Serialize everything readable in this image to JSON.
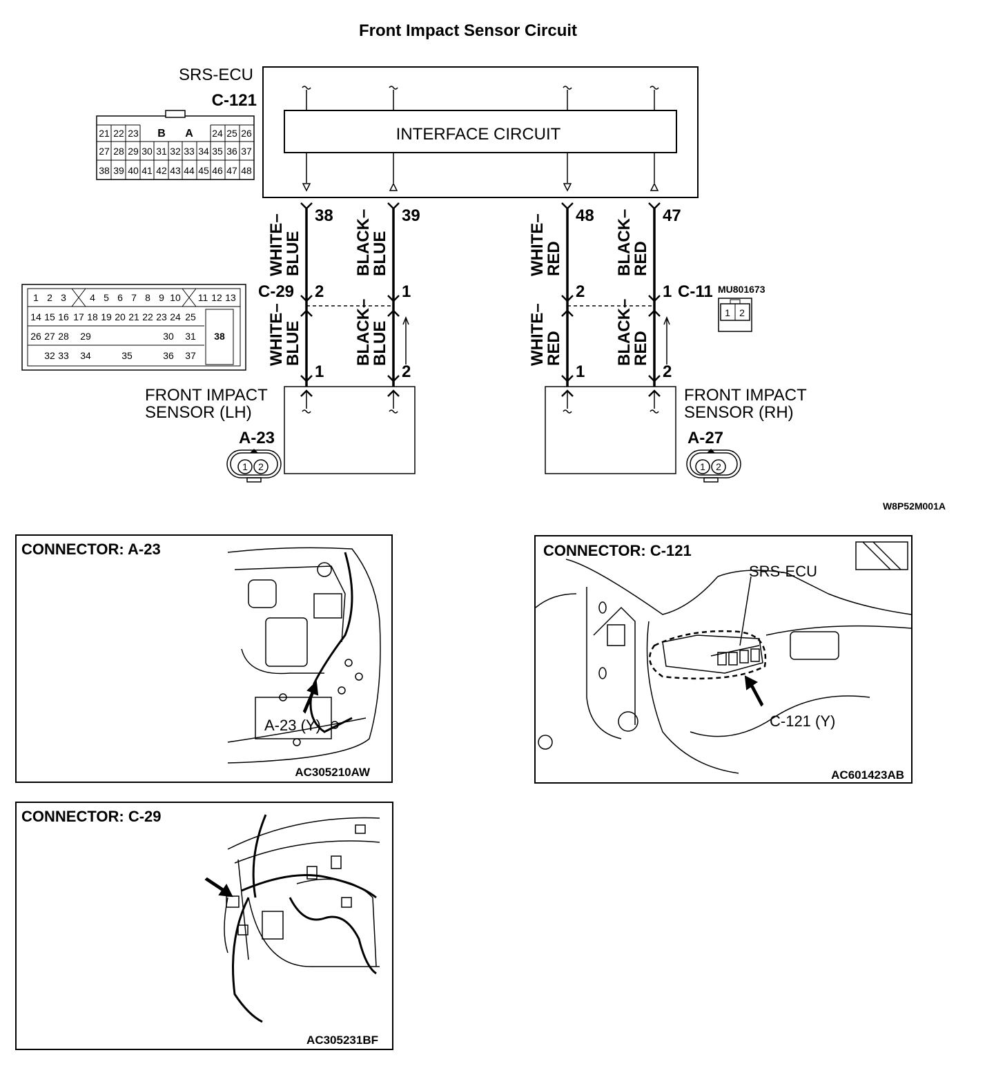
{
  "title": "Front Impact Sensor Circuit",
  "ecu": {
    "label": "SRS-ECU",
    "connector": "C-121",
    "interface": "INTERFACE CIRCUIT",
    "pins": [
      "38",
      "39",
      "48",
      "47"
    ],
    "connector_face": {
      "top_row": [
        "21",
        "22",
        "23",
        "B",
        "A",
        "24",
        "25",
        "26"
      ],
      "mid_row": [
        "27",
        "28",
        "29",
        "30",
        "31",
        "32",
        "33",
        "34",
        "35",
        "36",
        "37"
      ],
      "bot_row": [
        "38",
        "39",
        "40",
        "41",
        "42",
        "43",
        "44",
        "45",
        "46",
        "47",
        "48"
      ]
    }
  },
  "junction": {
    "left_label": "C-29",
    "right_label": "C-11",
    "part_number": "MU801673",
    "c11_pins": [
      "1",
      "2"
    ],
    "c29_face": {
      "row1": [
        "1",
        "2",
        "3",
        "4",
        "5",
        "6",
        "7",
        "8",
        "9",
        "10",
        "11",
        "12",
        "13"
      ],
      "row2": [
        "14",
        "15",
        "16",
        "17",
        "18",
        "19",
        "20",
        "21",
        "22",
        "23",
        "24",
        "25"
      ],
      "row3": [
        "26",
        "27",
        "28",
        "29",
        "30",
        "31",
        "38"
      ],
      "row4": [
        "32",
        "33",
        "34",
        "35",
        "36",
        "37"
      ]
    }
  },
  "wires": [
    {
      "upper_color": [
        "WHITE–",
        "BLUE"
      ],
      "lower_color": [
        "WHITE–",
        "BLUE"
      ],
      "ecu_pin": "38",
      "junction_pin": "2",
      "sensor_pin": "1"
    },
    {
      "upper_color": [
        "BLACK–",
        "BLUE"
      ],
      "lower_color": [
        "BLACK–",
        "BLUE"
      ],
      "ecu_pin": "39",
      "junction_pin": "1",
      "sensor_pin": "2"
    },
    {
      "upper_color": [
        "WHITE–",
        "RED"
      ],
      "lower_color": [
        "WHITE–",
        "RED"
      ],
      "ecu_pin": "48",
      "junction_pin": "2",
      "sensor_pin": "1"
    },
    {
      "upper_color": [
        "BLACK–",
        "RED"
      ],
      "lower_color": [
        "BLACK–",
        "RED"
      ],
      "ecu_pin": "47",
      "junction_pin": "1",
      "sensor_pin": "2"
    }
  ],
  "sensors": {
    "lh": {
      "name_line1": "FRONT IMPACT",
      "name_line2": "SENSOR (LH)",
      "connector": "A-23",
      "pins": [
        "1",
        "2"
      ]
    },
    "rh": {
      "name_line1": "FRONT IMPACT",
      "name_line2": "SENSOR (RH)",
      "connector": "A-27",
      "pins": [
        "1",
        "2"
      ]
    }
  },
  "figure_code": "W8P52M001A",
  "panels": {
    "a23": {
      "title": "CONNECTOR: A-23",
      "callout": "A-23 (Y)",
      "code": "AC305210AW"
    },
    "c121": {
      "title": "CONNECTOR: C-121",
      "label": "SRS-ECU",
      "callout": "C-121 (Y)",
      "code": "AC601423AB"
    },
    "c29": {
      "title": "CONNECTOR: C-29",
      "code": "AC305231BF"
    }
  }
}
